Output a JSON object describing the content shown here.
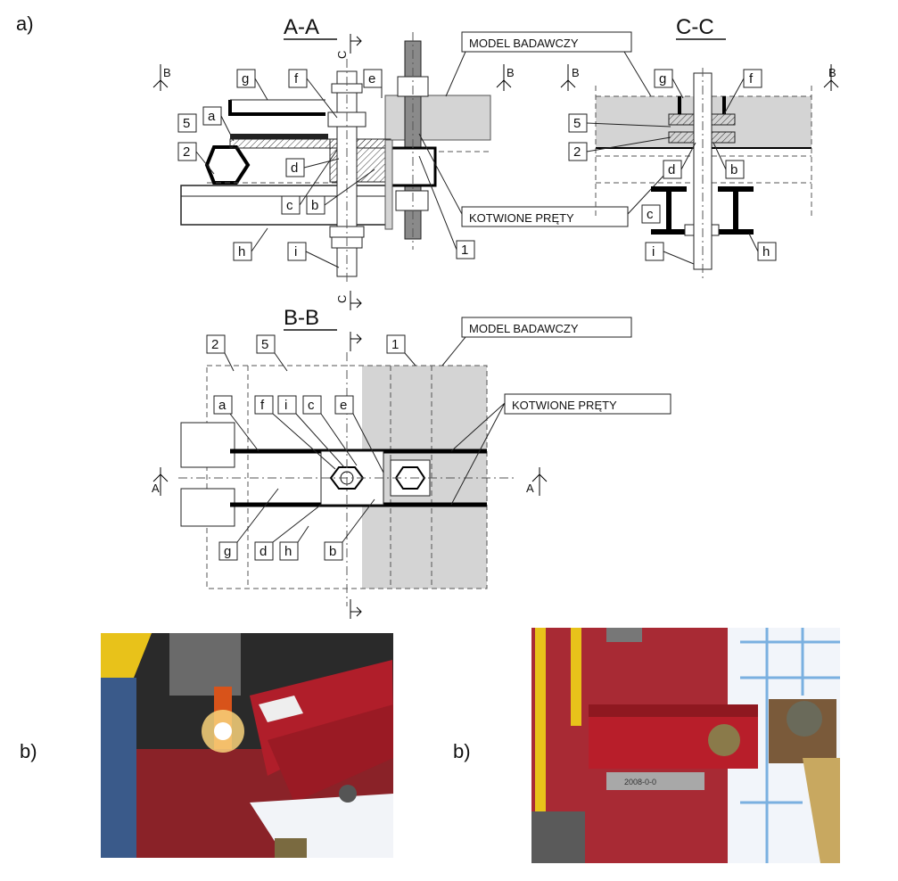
{
  "panel_labels": {
    "a": "a)",
    "b_left": "b)",
    "b_right": "b)"
  },
  "sections": {
    "aa": "A-A",
    "cc": "C-C",
    "bb": "B-B"
  },
  "callouts": {
    "model_badawczy": "MODEL BADAWCZY",
    "kotwione_prety": "KOTWIONE PRĘTY"
  },
  "cut_marks": {
    "a": "A",
    "b": "B",
    "c": "C"
  },
  "part_labels": {
    "a": "a",
    "b": "b",
    "c": "c",
    "d": "d",
    "e": "e",
    "f": "f",
    "g": "g",
    "h": "h",
    "i": "i",
    "one": "1",
    "two": "2",
    "five": "5"
  },
  "photo_text": "2008-0-0"
}
